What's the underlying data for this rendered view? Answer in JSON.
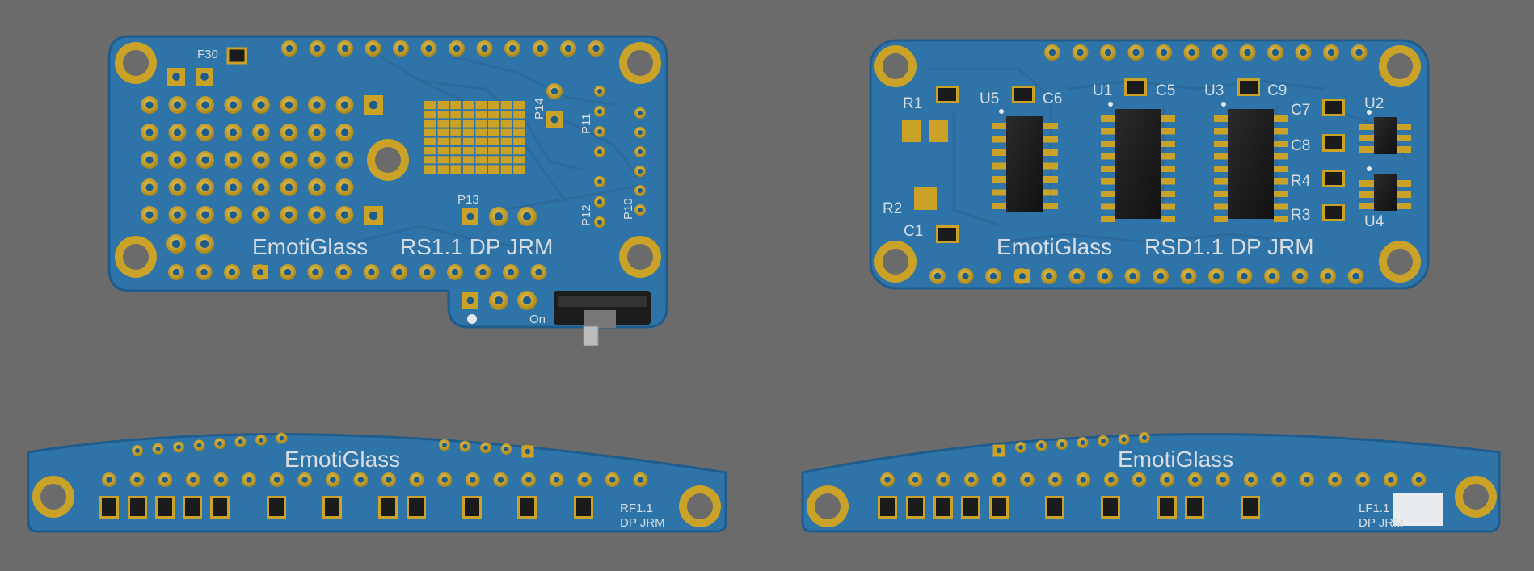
{
  "colors": {
    "background": "#6b6b6b",
    "board": "#2f74a8",
    "board_edge": "#1f5c8c",
    "trace": "#2b6a9b",
    "pad_gold": "#c9a227",
    "silkscreen": "#d7dde2",
    "chip": "#1b1b1b"
  },
  "boards": {
    "rs": {
      "brand": "EmotiGlass",
      "version": "RS1.1 DP JRM",
      "labels": {
        "f30": "F30",
        "p14": "P14",
        "p11": "P11",
        "p13": "P13",
        "p12": "P12",
        "p10": "P10",
        "on": "On"
      }
    },
    "rsd": {
      "brand": "EmotiGlass",
      "version": "RSD1.1 DP JRM",
      "labels": {
        "r1": "R1",
        "u5": "U5",
        "c6": "C6",
        "u1": "U1",
        "c5": "C5",
        "u3": "U3",
        "c9": "C9",
        "c7": "C7",
        "u2": "U2",
        "c8": "C8",
        "r4": "R4",
        "r3": "R3",
        "u4": "U4",
        "r2": "R2",
        "c1": "C1"
      }
    },
    "rf": {
      "brand": "EmotiGlass",
      "version_line1": "RF1.1",
      "version_line2": "DP JRM"
    },
    "lf": {
      "brand": "EmotiGlass",
      "version_line1": "LF1.1",
      "version_line2": "DP JRM"
    }
  }
}
